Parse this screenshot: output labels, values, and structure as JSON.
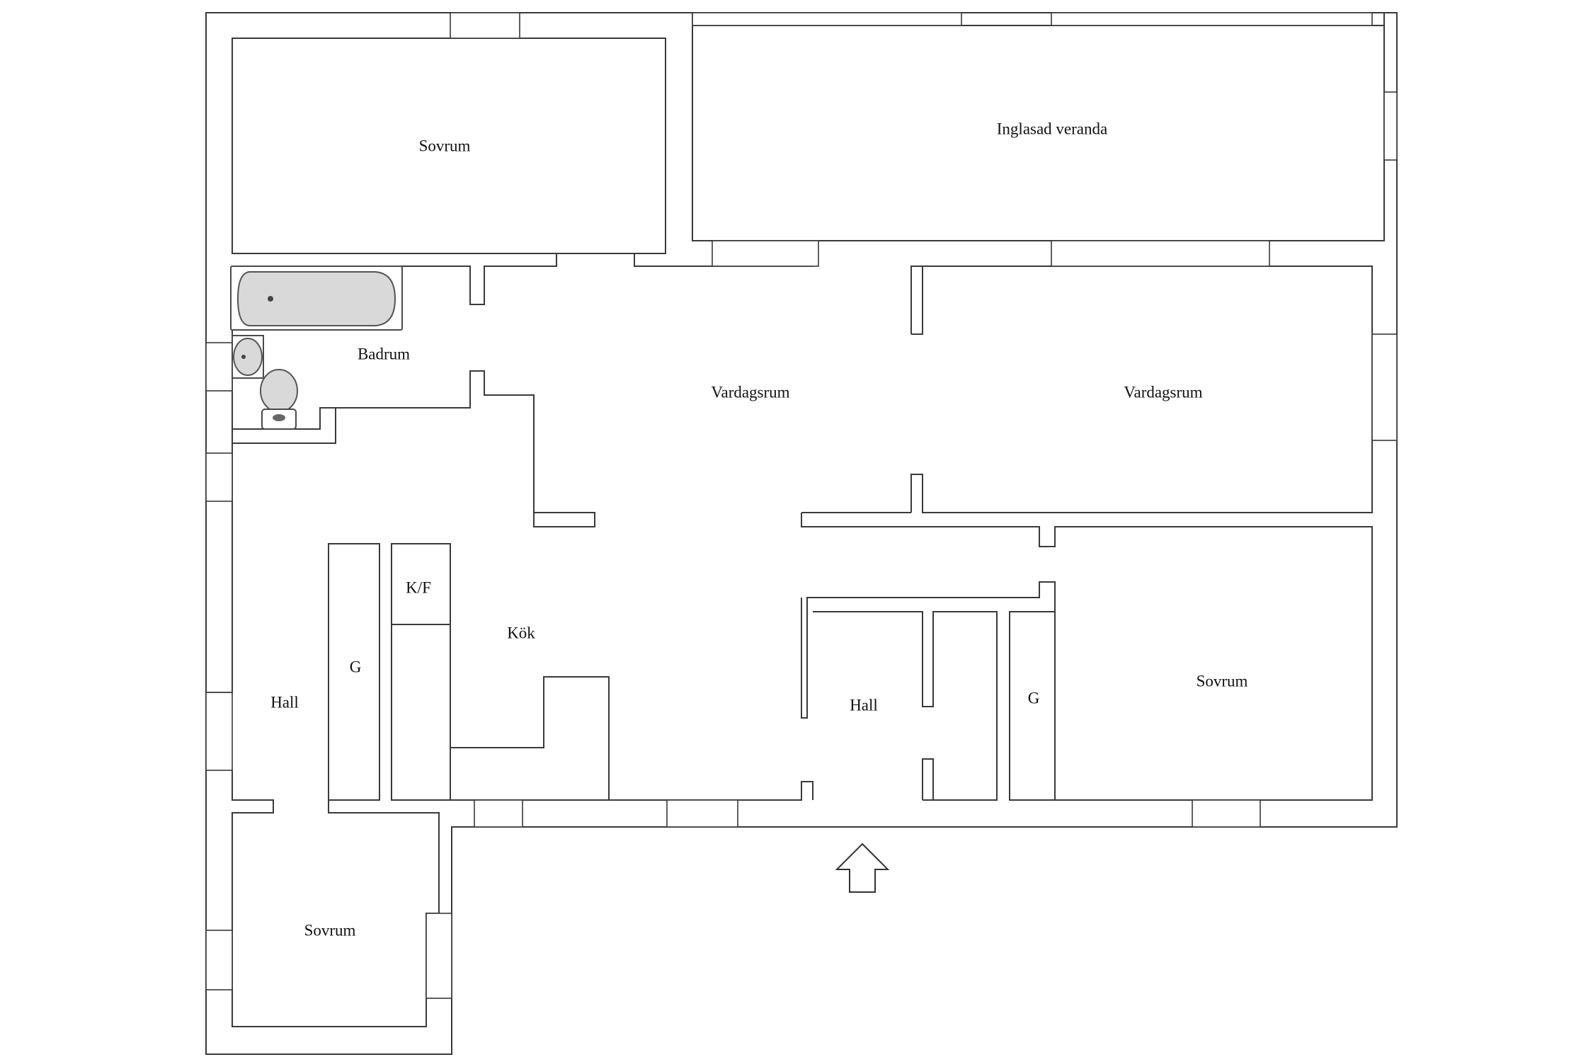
{
  "floorplan": {
    "rooms": [
      {
        "id": "sovrum-top-left",
        "label": "Sovrum"
      },
      {
        "id": "inglasad-veranda",
        "label": "Inglasad veranda"
      },
      {
        "id": "badrum",
        "label": "Badrum"
      },
      {
        "id": "vardagsrum-center",
        "label": "Vardagsrum"
      },
      {
        "id": "vardagsrum-right",
        "label": "Vardagsrum"
      },
      {
        "id": "kf",
        "label": "K/F"
      },
      {
        "id": "kok",
        "label": "Kök"
      },
      {
        "id": "g-left",
        "label": "G"
      },
      {
        "id": "hall-left",
        "label": "Hall"
      },
      {
        "id": "hall-center",
        "label": "Hall"
      },
      {
        "id": "g-right",
        "label": "G"
      },
      {
        "id": "sovrum-right",
        "label": "Sovrum"
      },
      {
        "id": "sovrum-bottom-left",
        "label": "Sovrum"
      }
    ],
    "entrance_icon": "up-arrow-icon",
    "colors": {
      "wall": "#3a3a3a",
      "background": "#ffffff",
      "fixture_fill": "#d9d9d9"
    }
  }
}
